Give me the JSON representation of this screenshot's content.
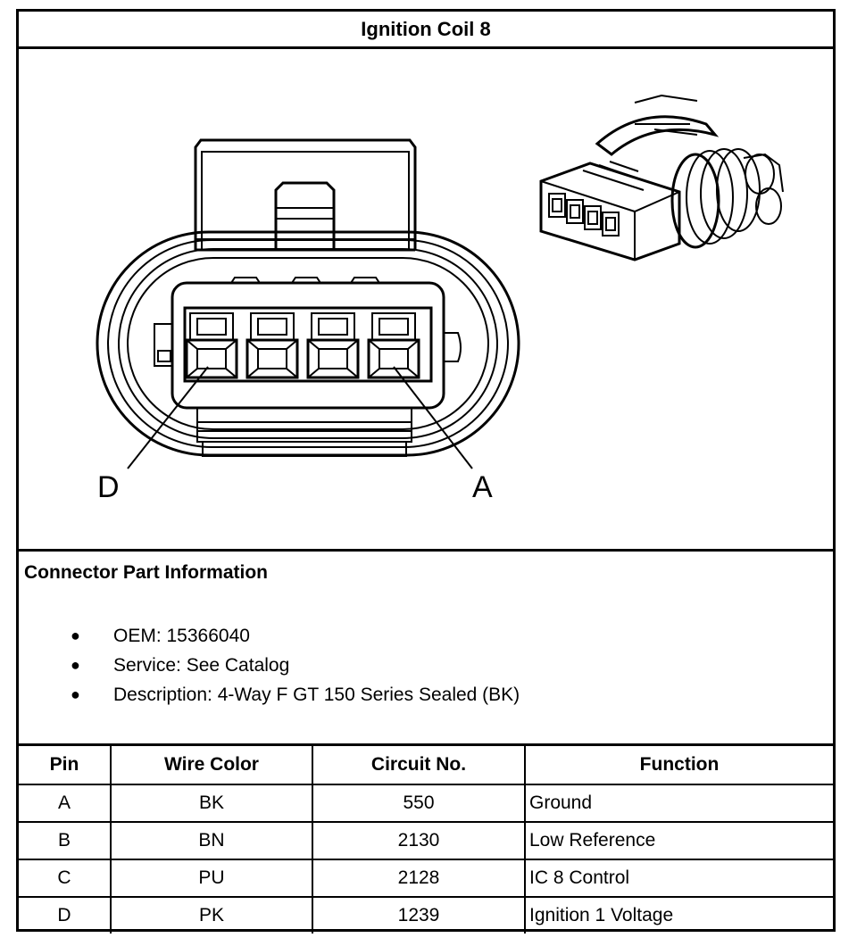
{
  "title": "Ignition Coil 8",
  "diagram": {
    "labels": {
      "left": "D",
      "right": "A"
    }
  },
  "info": {
    "heading": "Connector Part Information",
    "items": [
      "OEM: 15366040",
      "Service: See Catalog",
      "Description: 4-Way F GT 150 Series Sealed (BK)"
    ]
  },
  "table": {
    "headers": [
      "Pin",
      "Wire Color",
      "Circuit No.",
      "Function"
    ],
    "rows": [
      [
        "A",
        "BK",
        "550",
        "Ground"
      ],
      [
        "B",
        "BN",
        "2130",
        "Low Reference"
      ],
      [
        "C",
        "PU",
        "2128",
        "IC 8 Control"
      ],
      [
        "D",
        "PK",
        "1239",
        "Ignition 1 Voltage"
      ]
    ]
  }
}
